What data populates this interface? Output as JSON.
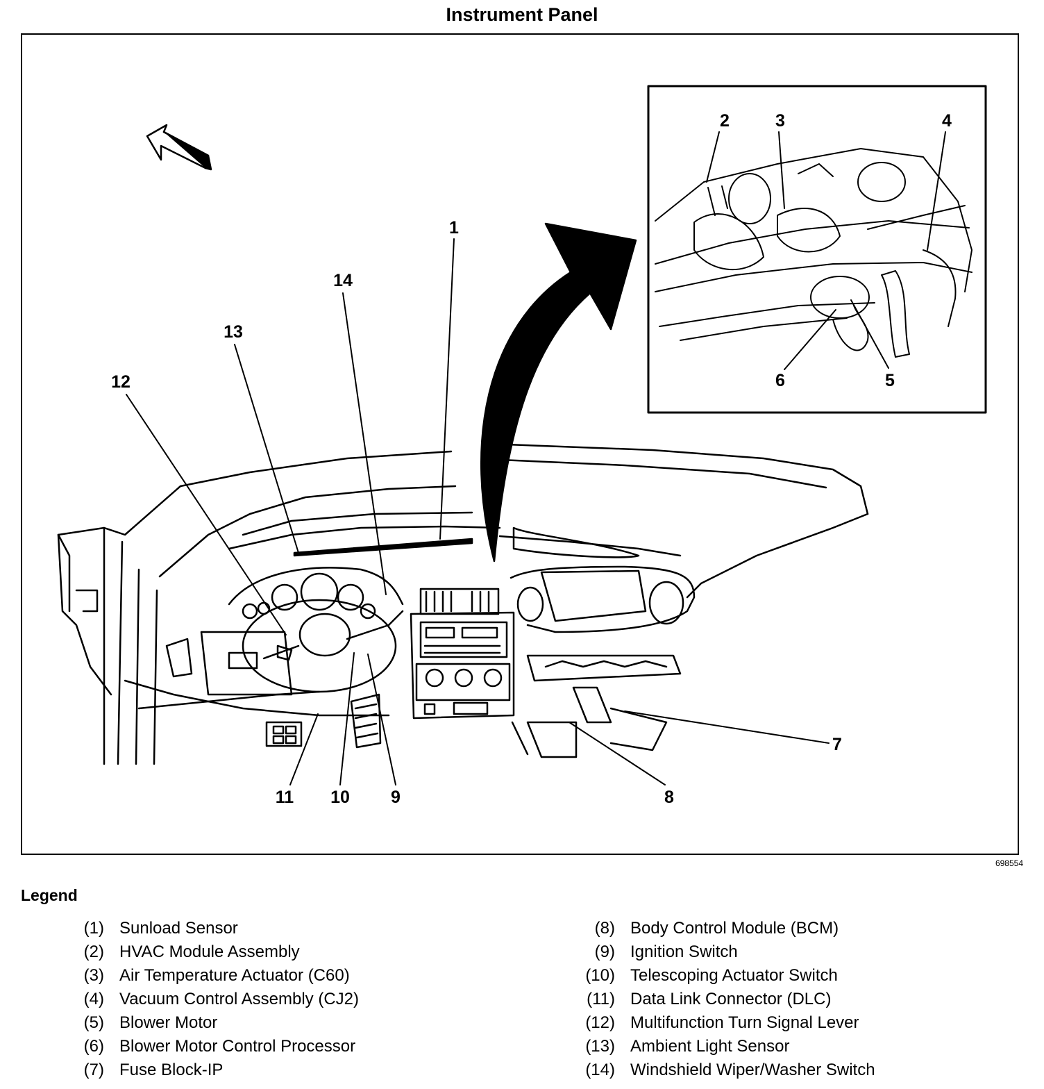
{
  "title": "Instrument Panel",
  "figure_number": "698554",
  "legend": {
    "heading": "Legend",
    "items": [
      {
        "num": "(1)",
        "label": "Sunload Sensor"
      },
      {
        "num": "(2)",
        "label": "HVAC Module Assembly"
      },
      {
        "num": "(3)",
        "label": "Air Temperature Actuator (C60)"
      },
      {
        "num": "(4)",
        "label": "Vacuum Control Assembly (CJ2)"
      },
      {
        "num": "(5)",
        "label": "Blower Motor"
      },
      {
        "num": "(6)",
        "label": "Blower Motor Control Processor"
      },
      {
        "num": "(7)",
        "label": "Fuse Block-IP"
      },
      {
        "num": "(8)",
        "label": "Body Control Module (BCM)"
      },
      {
        "num": "(9)",
        "label": "Ignition Switch"
      },
      {
        "num": "(10)",
        "label": "Telescoping Actuator Switch"
      },
      {
        "num": "(11)",
        "label": "Data Link Connector (DLC)"
      },
      {
        "num": "(12)",
        "label": "Multifunction Turn Signal Lever"
      },
      {
        "num": "(13)",
        "label": "Ambient Light Sensor"
      },
      {
        "num": "(14)",
        "label": "Windshield Wiper/Washer Switch"
      }
    ]
  },
  "callouts": {
    "c1": "1",
    "c2": "2",
    "c3": "3",
    "c4": "4",
    "c5": "5",
    "c6": "6",
    "c7": "7",
    "c8": "8",
    "c9": "9",
    "c10": "10",
    "c11": "11",
    "c12": "12",
    "c13": "13",
    "c14": "14"
  }
}
